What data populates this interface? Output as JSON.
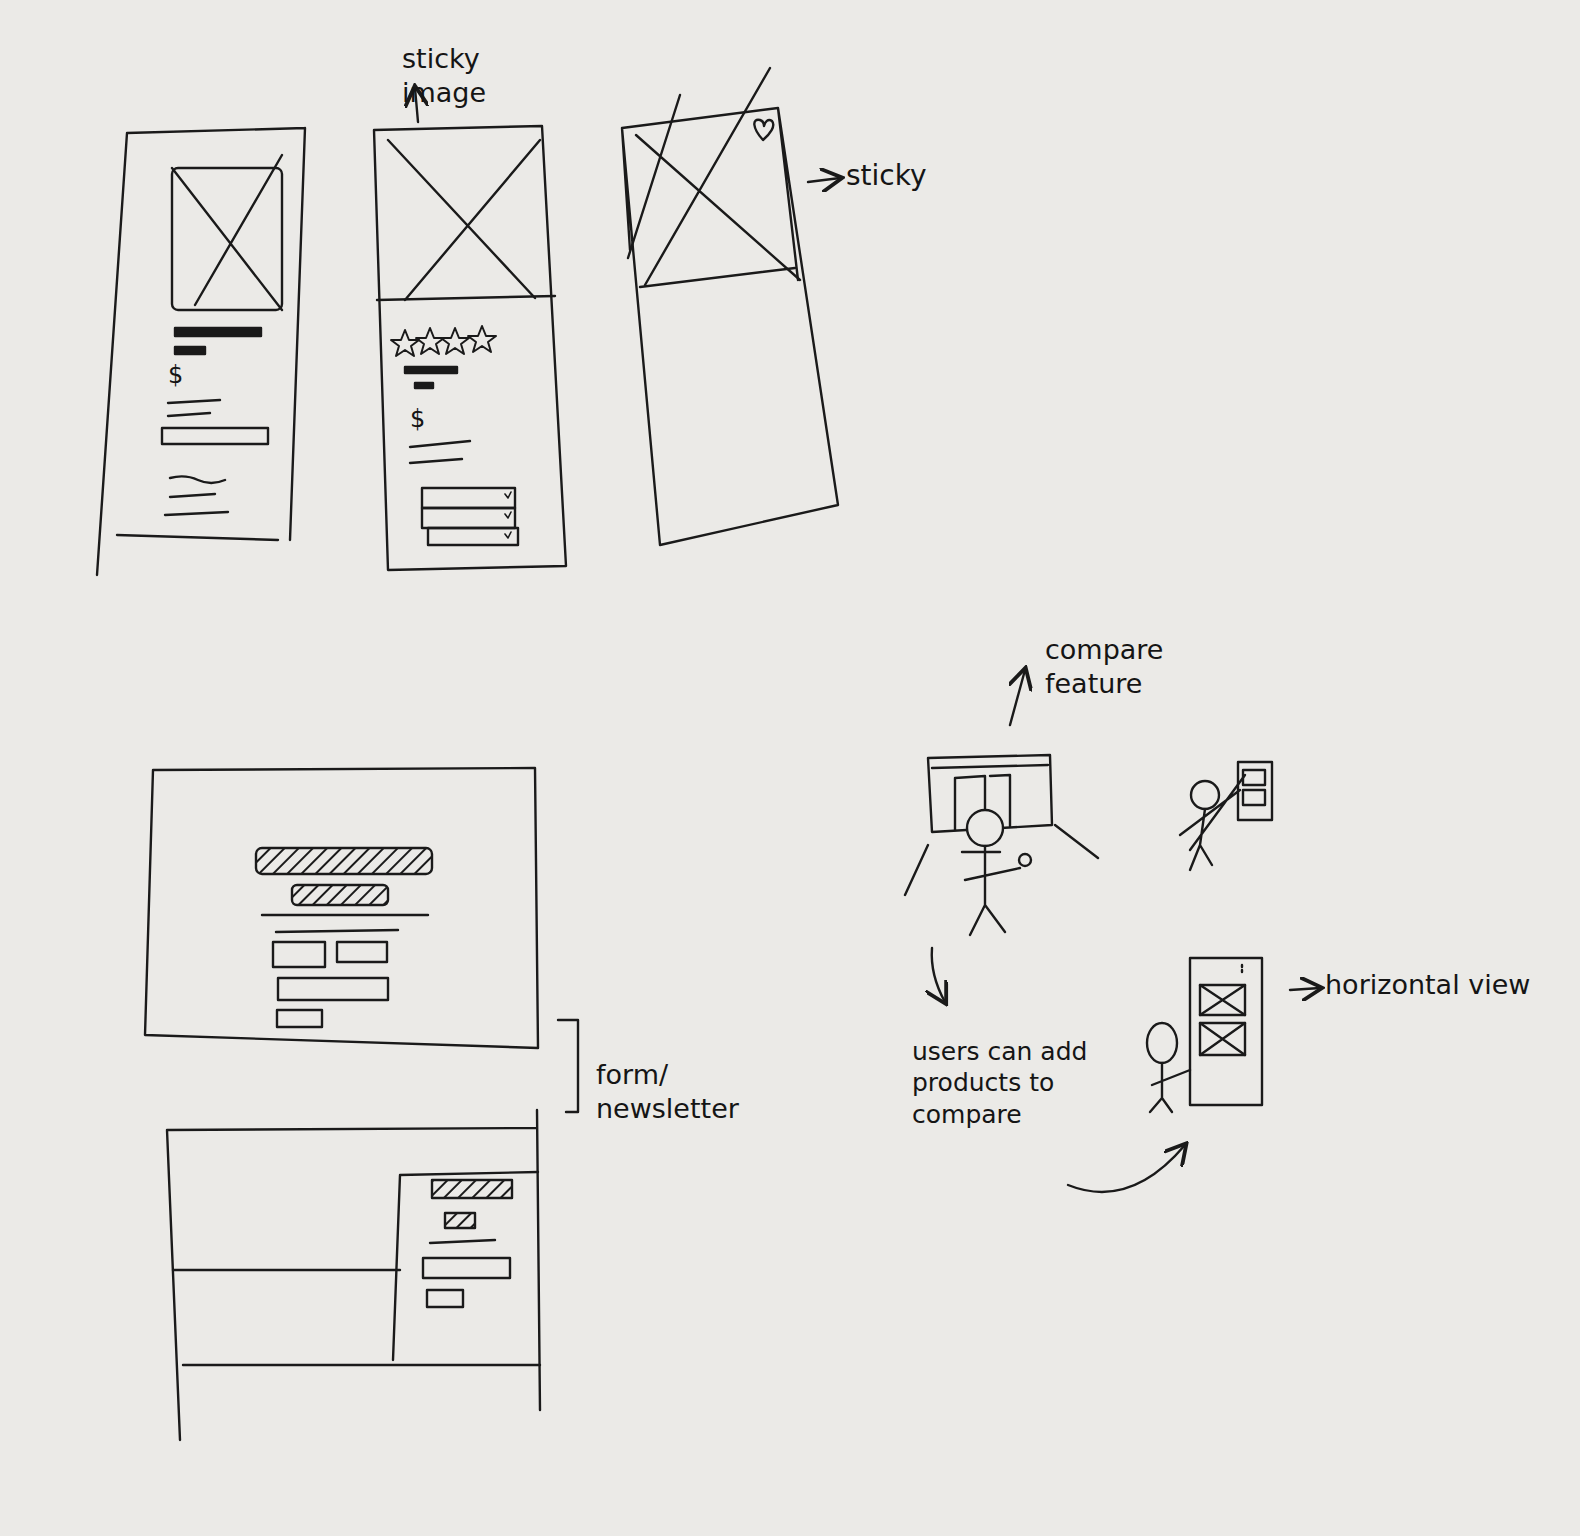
{
  "diagram": {
    "labels": [
      "sticky image",
      "sticky",
      "$",
      "$",
      "form/ newsletter",
      "compare feature",
      "users can add products to compare",
      "horizontal view"
    ]
  }
}
